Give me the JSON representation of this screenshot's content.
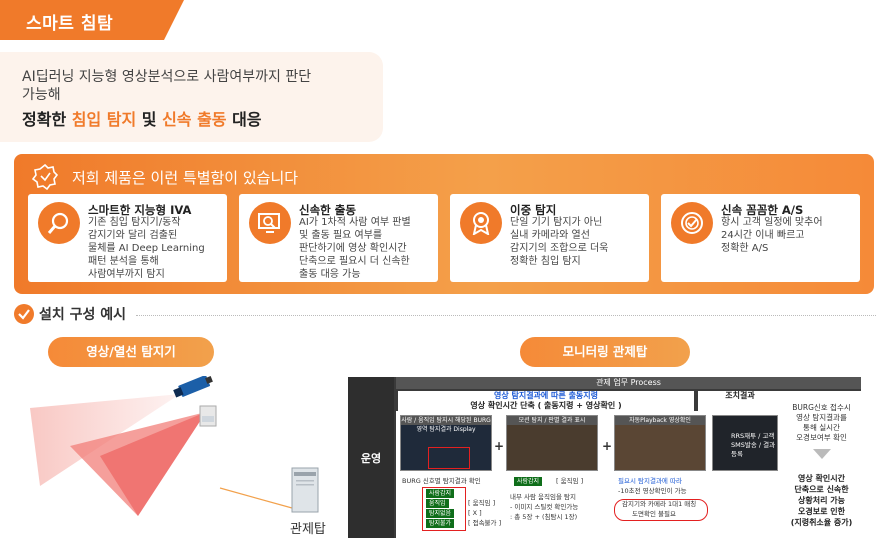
{
  "header": {
    "title": "스마트 침탐"
  },
  "intro": {
    "line1": "AI딥러닝 지능형 영상분석으로 사람여부까지 판단",
    "line2": "가능해",
    "line3_a": "정확한 ",
    "line3_b": "침입 탐지",
    "line3_c": " 및 ",
    "line3_d": "신속 출동",
    "line3_e": " 대응"
  },
  "features": {
    "heading": "저희 제품은 이런 특별함이 있습니다",
    "items": [
      {
        "title": "스마트한 지능형 IVA",
        "desc": "기존 침입 탐지기/동작\n감지기와 달리 검출된\n물체를 AI Deep Learning\n패턴 분석을 통해\n사람여부까지 탐지",
        "icon": "search-icon"
      },
      {
        "title": "신속한 출동",
        "desc": "AI가 1차적 사람 여부 판별\n및 출동 필요 여부를\n판단하기에 영상 확인시간\n단축으로 필요시 더 신속한\n출동 대응 가능",
        "icon": "monitor-search-icon"
      },
      {
        "title": "이중 탐지",
        "desc": "단일 기기 탐지가 아닌\n실내 카메라와 열선\n감지기의 조합으로 더욱\n정확한 침입 탐지",
        "icon": "award-icon"
      },
      {
        "title": "신속 꼼꼼한 A/S",
        "desc": "항시 고객 일정에 맞추어\n24시간 이내 빠르고\n정확한 A/S",
        "icon": "target-check-icon"
      }
    ]
  },
  "install": {
    "heading": "설치 구성 예시",
    "left_pill": "영상/열선 탐지기",
    "right_pill": "모니터링 관제탑",
    "server_label": "관제탑"
  },
  "process": {
    "top": "관제 업무 Process",
    "side": "운영",
    "band_a": "영상 탐지결과에 따른 출동지령",
    "band_b": "영상 확인시간 단축 ( 출동지령 + 영상확인 )",
    "right_head": "조치결과",
    "shot1_label": "사람 / 움직임 탐지시 해당된 BURG 영역 탐지결과 Display",
    "shot2_label": "모션 탐지 / 판별 결과 표시",
    "shot3_label": "자동Playback 영상확인",
    "shot4_label": "RRS재투 / 고객SMS발송 / 결과등록",
    "cap1": "BURG 신호별 탐지결과 확인",
    "tag1": "사람감지",
    "tag2": "움직임",
    "tag3": "탐지없음",
    "tag4": "탐지불가",
    "cap1_r1": "[ 움직임 ]",
    "cap1_r2": "[ X ]",
    "cap1_r3": "[ 접속불가 ]",
    "cap2_tag": "사람감지",
    "cap2_r1": "[ 움직임 ]",
    "cap2_a": "내부 사람 움직임을 탐지",
    "cap2_b": "- 이미지 스틸컷 확인가능",
    "cap2_c": ": 총 5장 + (침탐시 1장)",
    "cap3_a": "필요시 탐지결과에 따라",
    "cap3_b": "-10초전 영상확인이 가능",
    "cap3_c": "감지기와 카메라 1대1 매칭",
    "cap3_d": "도면확인 불필요",
    "note_a": "BURG신호 접수시",
    "note_b": "영상 탐지결과를",
    "note_c": "통해 실시간",
    "note_d": "오경보여부 확인",
    "note_e": "영상 확인시간",
    "note_f": "단축으로 신속한",
    "note_g": "상황처리 가능",
    "note_h": "오경보로 인한",
    "note_i": "(지령취소율 증가)"
  },
  "colors": {
    "accent": "#f07a2a",
    "accent_light": "#f4a04a",
    "intro_bg": "#fdf3ec"
  }
}
